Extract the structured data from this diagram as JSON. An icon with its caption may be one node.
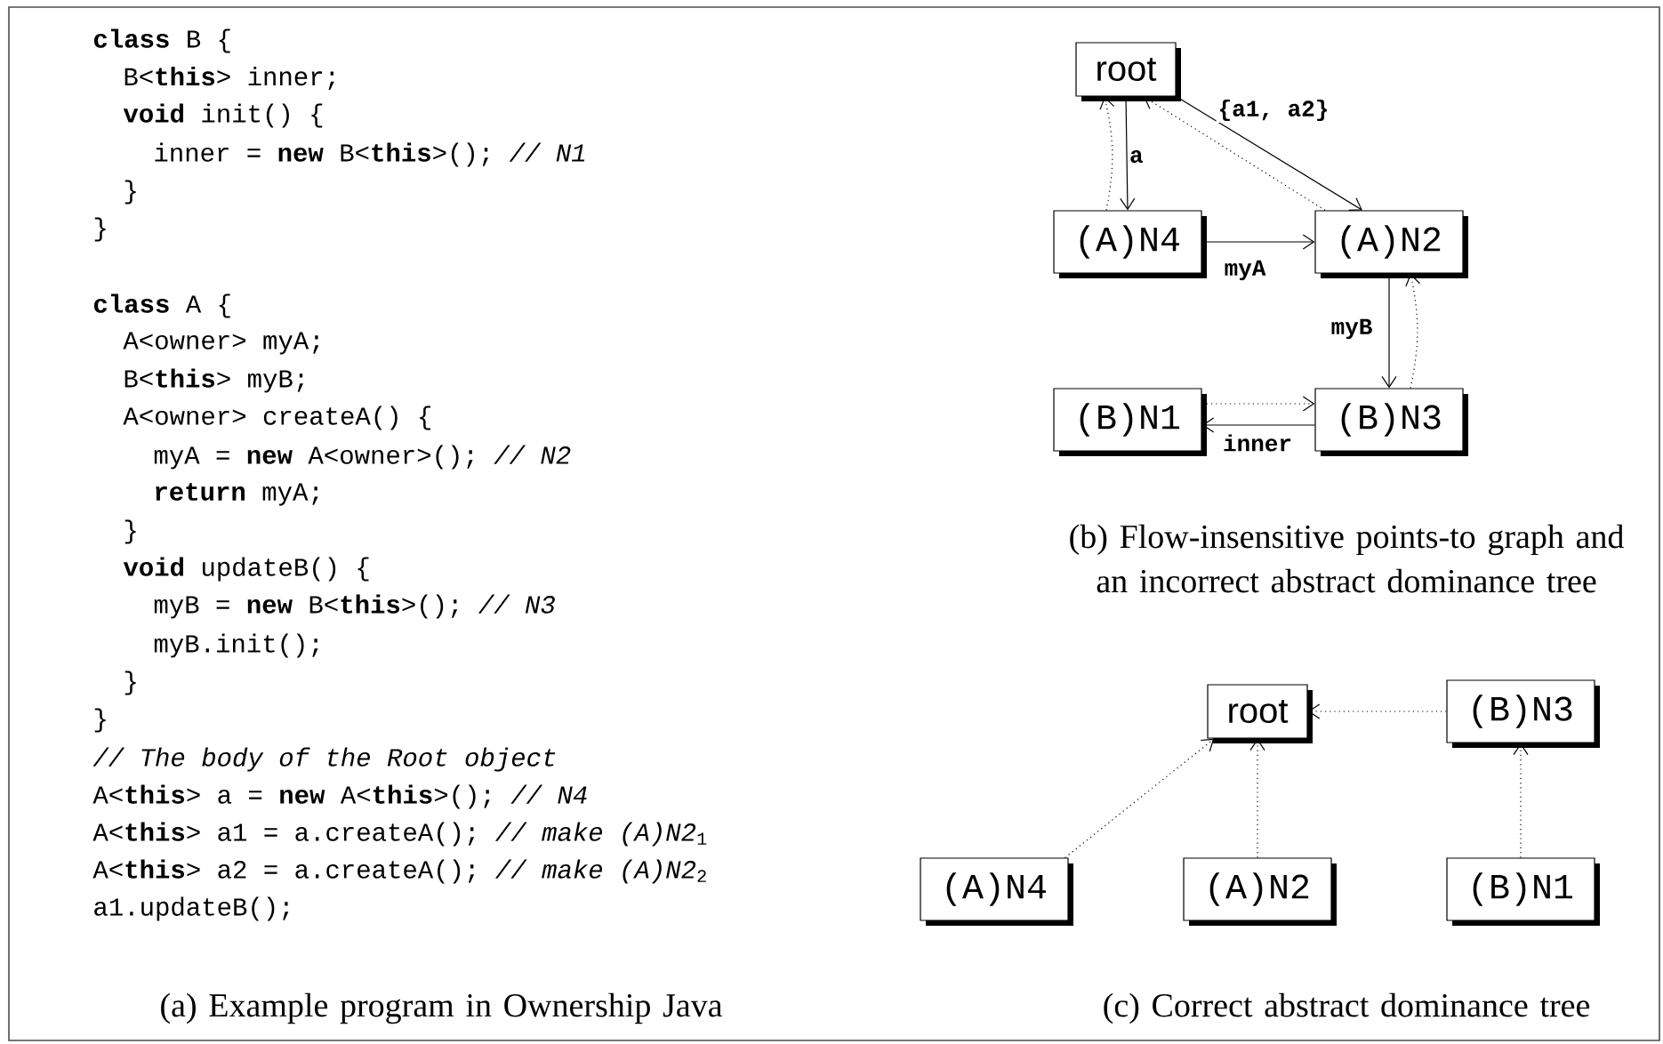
{
  "diagram": {
    "nodes": [
      {
        "text": [
          "root"
        ]
      },
      {
        "text": [
          "(A)N4"
        ]
      },
      {
        "text": [
          "(A)N2"
        ]
      },
      {
        "text": [
          "(B)N1"
        ]
      },
      {
        "text": [
          "(B)N3"
        ]
      },
      {
        "text": [
          "root"
        ]
      },
      {
        "text": [
          "(B)N3"
        ]
      },
      {
        "text": [
          "(A)N4"
        ]
      },
      {
        "text": [
          "(A)N2"
        ]
      },
      {
        "text": [
          "(B)N1"
        ]
      }
    ],
    "edges": [
      {
        "from": 0,
        "to": 1,
        "arrow": "to",
        "label": "a"
      },
      {
        "from": 1,
        "to": 0,
        "arrow": "to",
        "style": "dashed"
      },
      {
        "from": 0,
        "to": 2,
        "arrow": "to",
        "label": "{a1, a2}"
      },
      {
        "from": 2,
        "to": 0,
        "arrow": "to",
        "style": "dashed"
      },
      {
        "from": 1,
        "to": 2,
        "arrow": "to",
        "label": "myA"
      },
      {
        "from": 2,
        "to": 4,
        "arrow": "to",
        "label": "myB"
      },
      {
        "from": 4,
        "to": 2,
        "arrow": "to",
        "style": "dashed"
      },
      {
        "from": 4,
        "to": 3,
        "arrow": "to",
        "label": "inner"
      },
      {
        "from": 3,
        "to": 4,
        "arrow": "to",
        "style": "dashed"
      },
      {
        "from": 6,
        "to": 5,
        "arrow": "to",
        "style": "dashed"
      },
      {
        "from": 7,
        "to": 5,
        "arrow": "to",
        "style": "dashed"
      },
      {
        "from": 8,
        "to": 5,
        "arrow": "to",
        "style": "dashed"
      },
      {
        "from": 9,
        "to": 6,
        "arrow": "to",
        "style": "dashed"
      }
    ],
    "labels": [
      "**class** B {",
      "B<**this**> inner;",
      "**void** init() {",
      "inner = **new** B<**this**>(); *// N1*",
      "}",
      "}",
      "**class** A {",
      "A<owner> myA;",
      "B<**this**> myB;",
      "A<owner> createA() {",
      "myA = **new** A<owner>(); *// N2*",
      "**return** myA;",
      "}",
      "**void** updateB() {",
      "myB = **new** B<**this**>(); *// N3*",
      "myB.init();",
      "}",
      "}",
      "*// The body of the Root object*",
      "A<**this**> a = **new** A<**this**>(); *// N4*",
      "A<**this**> a1 = a.createA(); *// make (A)N2*$_{1}$",
      "A<**this**> a2 = a.createA(); *// make (A)N2*$_{2}$",
      "a1.updateB();",
      "(a) Example program in Ownership Java",
      "(b) Flow-insensitive points-to graph and an incorrect abstract dominance tree",
      "(c) Correct abstract dominance tree"
    ]
  }
}
